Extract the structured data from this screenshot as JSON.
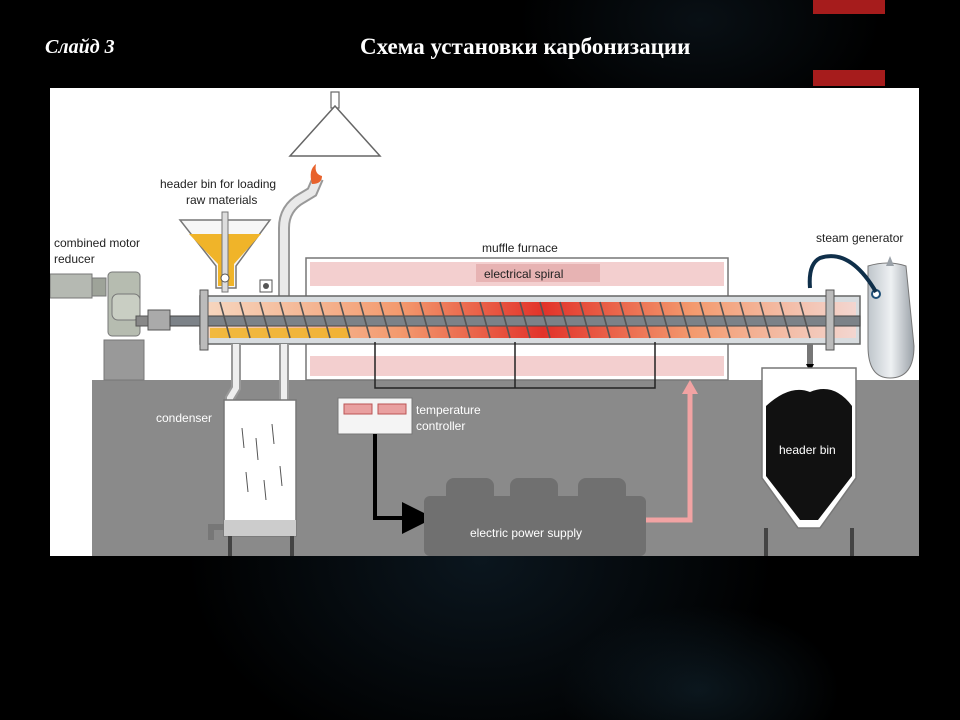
{
  "slide": {
    "number_label": "Слайд 3",
    "title": "Схема установки карбонизации"
  },
  "colors": {
    "accent_red": "#a61c1c",
    "furnace_pink": "#f3cfcf",
    "hot_zone": "#e24a3a",
    "raw_material": "#f0b429",
    "equipment_gray": "#8c8c8c",
    "return_arrow": "#f2a3a3"
  },
  "diagram": {
    "labels": {
      "header_bin_loading_line1": "header bin for loading",
      "header_bin_loading_line2": "raw materials",
      "motor_reducer_line1": "combined motor",
      "motor_reducer_line2": "reducer",
      "muffle_furnace": "muffle furnace",
      "electrical_spiral": "electrical spiral",
      "steam_generator": "steam generator",
      "condenser": "condenser",
      "temperature_controller_line1": "temperature",
      "temperature_controller_line2": "controller",
      "electric_power_supply": "electric power supply",
      "header_bin": "header bin"
    },
    "icons": [
      "exhaust-hood-icon",
      "flame-icon",
      "valve-icon",
      "faucet-icon"
    ]
  }
}
